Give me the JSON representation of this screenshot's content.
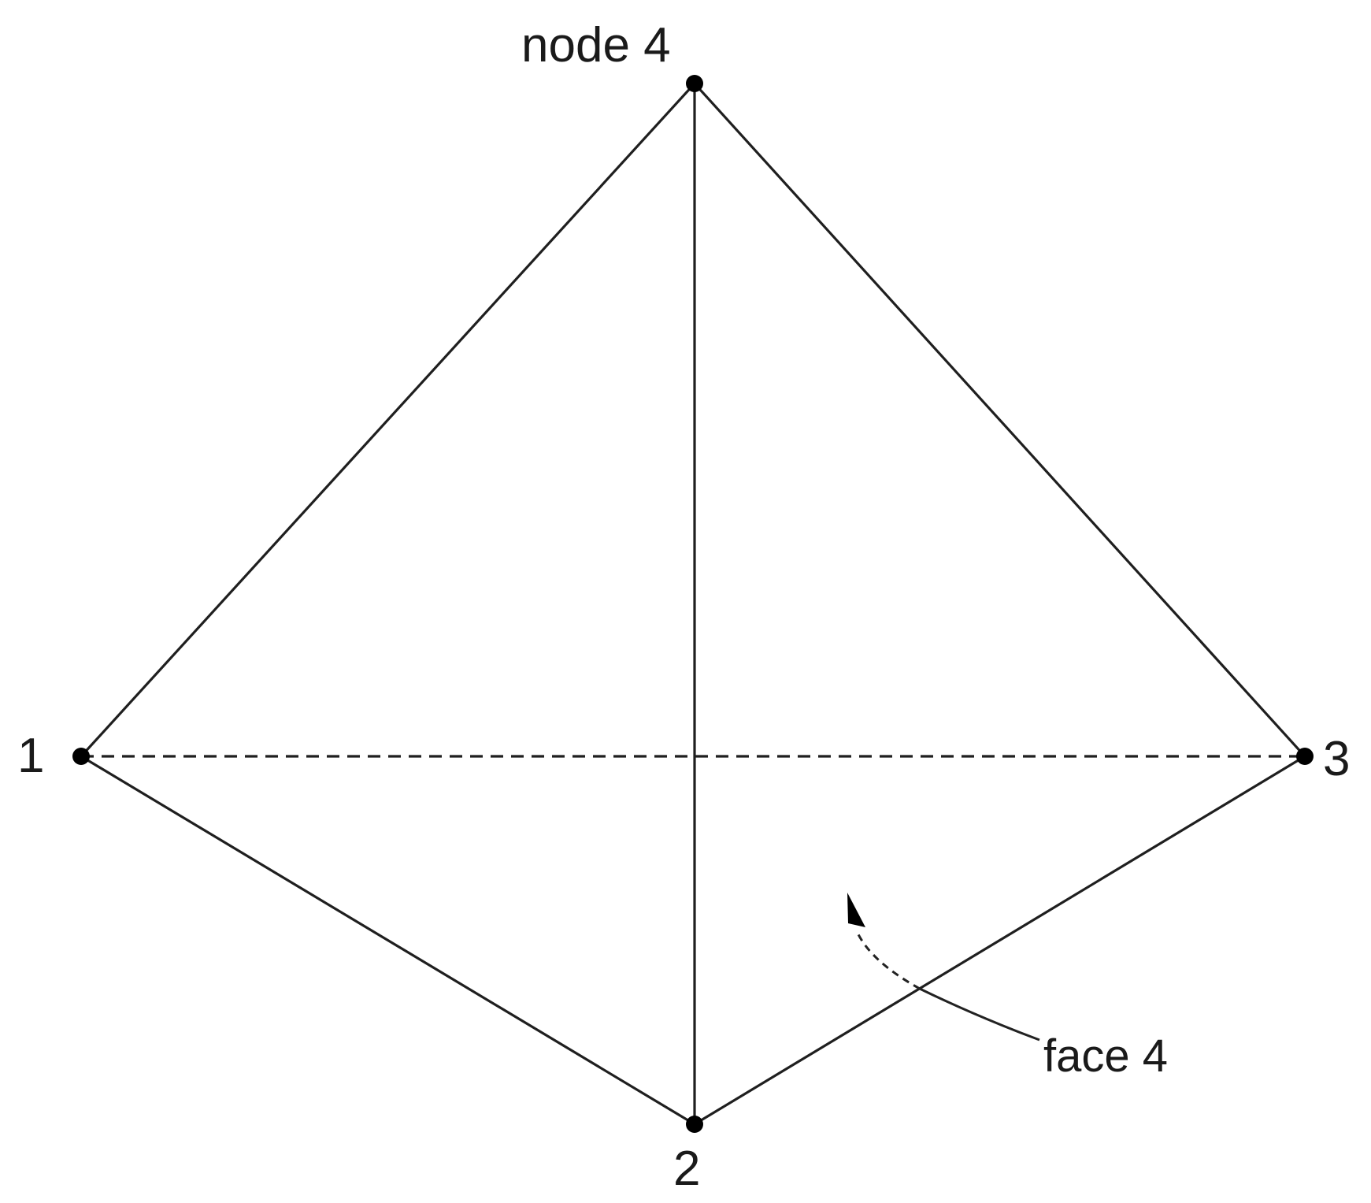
{
  "diagram": {
    "labels": {
      "node4": "node 4",
      "node1": "1",
      "node2": "2",
      "node3": "3",
      "face": "face 4"
    }
  }
}
